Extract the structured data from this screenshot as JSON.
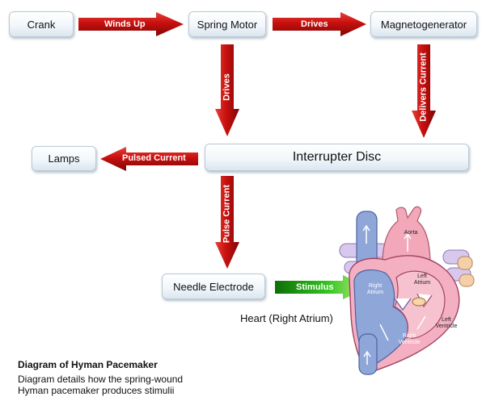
{
  "nodes": {
    "crank": "Crank",
    "spring_motor": "Spring Motor",
    "magnetogenerator": "Magnetogenerator",
    "interrupter_disc": "Interrupter Disc",
    "lamps": "Lamps",
    "needle_electrode": "Needle Electrode"
  },
  "edges": {
    "winds_up": "Winds Up",
    "drives_horizontal": "Drives",
    "drives_vertical": "Drives",
    "delivers_current": "Delivers Current",
    "pulsed_current": "Pulsed Current",
    "pulse_current": "Pulse Current",
    "stimulus": "Stimulus"
  },
  "heart": {
    "caption": "Heart (Right Atrium)",
    "labels": {
      "aorta": "Aorta",
      "right_atrium_1": "Right",
      "right_atrium_2": "Atrium",
      "left_atrium_1": "Left",
      "left_atrium_2": "Atrium",
      "right_ventricle_1": "Right",
      "right_ventricle_2": "Ventricle",
      "left_ventricle_1": "Left",
      "left_ventricle_2": "Ventricle"
    }
  },
  "caption": {
    "title": "Diagram of Hyman Pacemaker",
    "line1": "Diagram details how the spring-wound",
    "line2": "Hyman pacemaker produces stimulii"
  },
  "colors": {
    "arrow_red": "#c8100e",
    "arrow_dark_red": "#7e0606",
    "arrow_green": "#22b111",
    "box_border": "#b9cad8"
  }
}
